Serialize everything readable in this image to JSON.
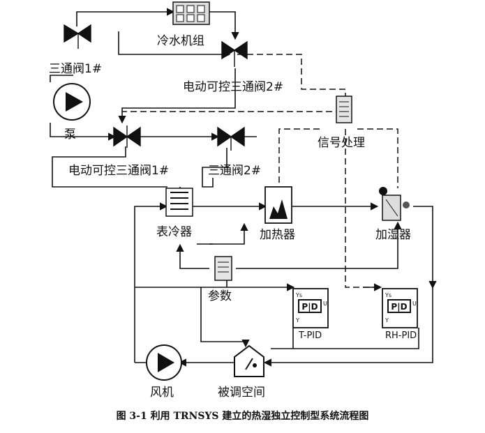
{
  "labels": {
    "chiller": "冷水机组",
    "valve_3way_1": "三通阀1#",
    "motor_valve_2": "电动可控三通阀2#",
    "pump": "泵",
    "signal_processing": "信号处理",
    "motor_valve_1": "电动可控三通阀1#",
    "valve_3way_2": "三通阀2#",
    "surface_cooler": "表冷器",
    "heater": "加热器",
    "humidifier": "加湿器",
    "parameters": "参数",
    "t_pid": "T-PID",
    "rh_pid": "RH-PID",
    "fan": "风机",
    "conditioned_space": "被调空间",
    "pid_text": "P|D",
    "pid_ys": "Ys",
    "pid_y": "Y",
    "pid_u": "U"
  },
  "caption": "图 3-1  利用 TRNSYS 建立的热湿独立控制型系统流程图",
  "colors": {
    "line": "#111111",
    "background": "#ffffff"
  }
}
